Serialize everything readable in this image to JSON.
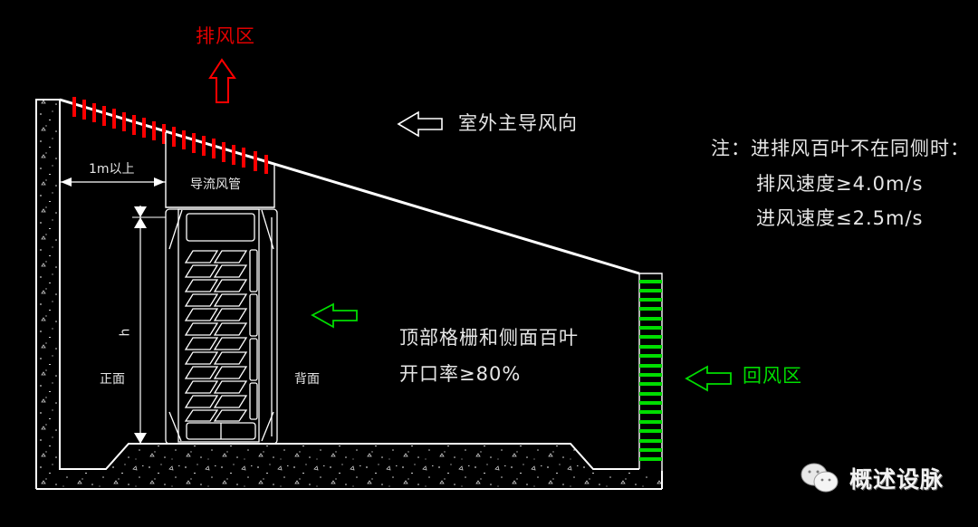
{
  "diagram": {
    "title_type": "Outdoor unit installation ventilation section (CAD)",
    "colors": {
      "background": "#000000",
      "line": "#ffffff",
      "exhaust": "#ff0000",
      "return": "#00dd00"
    },
    "labels": {
      "exhaust_zone": "排风区",
      "outdoor_wind": "室外主导风向",
      "clearance": "1m以上",
      "duct": "导流风管",
      "height": "h",
      "front": "正面",
      "back": "背面",
      "grille_line1": "顶部格栅和侧面百叶",
      "grille_line2": "开口率≥80%",
      "return_zone": "回风区"
    },
    "note": {
      "title": "注：进排风百叶不在同侧时：",
      "line1": "排风速度≥4.0m/s",
      "line2": "进风速度≤2.5m/s"
    },
    "unit": {
      "louver_rows": 12,
      "louver_columns": 2
    },
    "watermark": {
      "icon": "wechat-icon",
      "text": "概述设脉"
    }
  }
}
